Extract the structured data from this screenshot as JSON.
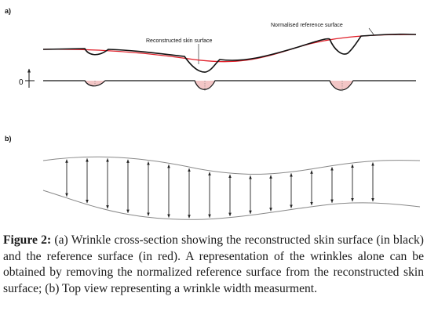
{
  "panel_a": {
    "label": "a)",
    "annotation_reference": "Normalised reference surface",
    "annotation_reconstructed": "Reconstructed skin surface",
    "zero_label": "0"
  },
  "panel_b": {
    "label": "b)"
  },
  "caption": {
    "figure_label": "Figure 2:",
    "text": " (a) Wrinkle cross-section showing the reconstructed skin surface (in black) and the reference surface (in red). A representation of the wrinkles alone can be obtained by removing the normalized reference surface from the reconstructed skin surface; (b) Top view representing a wrinkle width measurment."
  },
  "colors": {
    "reconstructed_surface": "#111111",
    "reference_surface": "#e0202a",
    "wrinkle_fill": "#f3c6c6",
    "arrows": "#222222",
    "outline": "#888888"
  }
}
